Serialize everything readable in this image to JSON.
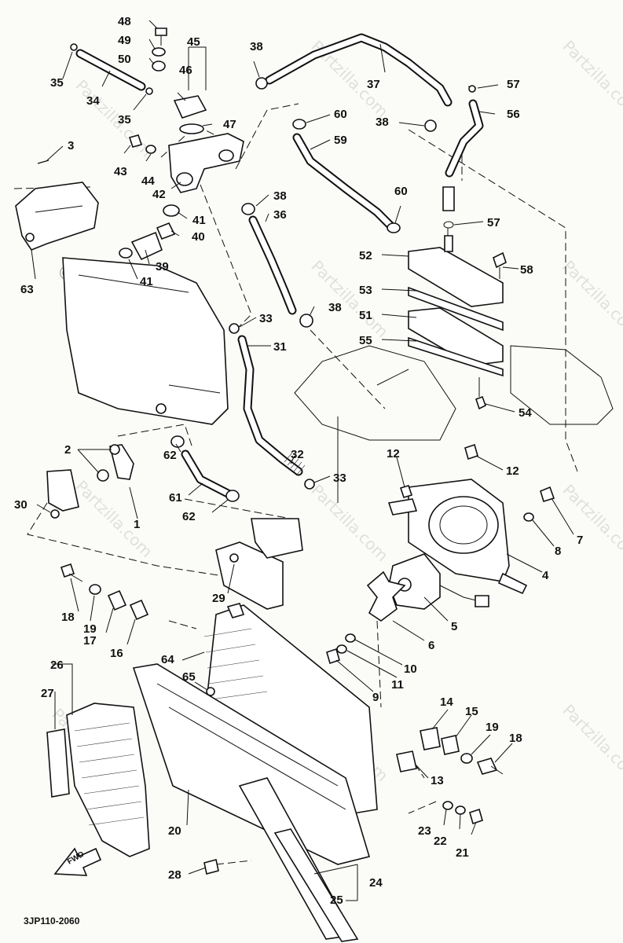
{
  "diagram": {
    "reference_code": "3JP110-2060",
    "watermark": "Partzilla.com",
    "watermark_main": "© Partzilla.com",
    "fwd_label": "FWD",
    "callouts": [
      {
        "id": "c48",
        "label": "48"
      },
      {
        "id": "c49",
        "label": "49"
      },
      {
        "id": "c50",
        "label": "50"
      },
      {
        "id": "c45",
        "label": "45"
      },
      {
        "id": "c46",
        "label": "46"
      },
      {
        "id": "c47",
        "label": "47"
      },
      {
        "id": "c35a",
        "label": "35"
      },
      {
        "id": "c34",
        "label": "34"
      },
      {
        "id": "c35b",
        "label": "35"
      },
      {
        "id": "c38a",
        "label": "38"
      },
      {
        "id": "c37",
        "label": "37"
      },
      {
        "id": "c57a",
        "label": "57"
      },
      {
        "id": "c56",
        "label": "56"
      },
      {
        "id": "c38b",
        "label": "38"
      },
      {
        "id": "c60a",
        "label": "60"
      },
      {
        "id": "c59",
        "label": "59"
      },
      {
        "id": "c3",
        "label": "3"
      },
      {
        "id": "c43",
        "label": "43"
      },
      {
        "id": "c44",
        "label": "44"
      },
      {
        "id": "c42",
        "label": "42"
      },
      {
        "id": "c41a",
        "label": "41"
      },
      {
        "id": "c40",
        "label": "40"
      },
      {
        "id": "c39",
        "label": "39"
      },
      {
        "id": "c41b",
        "label": "41"
      },
      {
        "id": "c63",
        "label": "63"
      },
      {
        "id": "c38c",
        "label": "38"
      },
      {
        "id": "c36",
        "label": "36"
      },
      {
        "id": "c60b",
        "label": "60"
      },
      {
        "id": "c57b",
        "label": "57"
      },
      {
        "id": "c52",
        "label": "52"
      },
      {
        "id": "c58",
        "label": "58"
      },
      {
        "id": "c53",
        "label": "53"
      },
      {
        "id": "c51",
        "label": "51"
      },
      {
        "id": "c55",
        "label": "55"
      },
      {
        "id": "c33a",
        "label": "33"
      },
      {
        "id": "c38d",
        "label": "38"
      },
      {
        "id": "c31",
        "label": "31"
      },
      {
        "id": "c54",
        "label": "54"
      },
      {
        "id": "c2",
        "label": "2"
      },
      {
        "id": "c62a",
        "label": "62"
      },
      {
        "id": "c32",
        "label": "32"
      },
      {
        "id": "c33b",
        "label": "33"
      },
      {
        "id": "c12a",
        "label": "12"
      },
      {
        "id": "c12b",
        "label": "12"
      },
      {
        "id": "c30",
        "label": "30"
      },
      {
        "id": "c1",
        "label": "1"
      },
      {
        "id": "c61",
        "label": "61"
      },
      {
        "id": "c62b",
        "label": "62"
      },
      {
        "id": "c7",
        "label": "7"
      },
      {
        "id": "c8",
        "label": "8"
      },
      {
        "id": "c4",
        "label": "4"
      },
      {
        "id": "c29",
        "label": "29"
      },
      {
        "id": "c5",
        "label": "5"
      },
      {
        "id": "c18a",
        "label": "18"
      },
      {
        "id": "c19a",
        "label": "19"
      },
      {
        "id": "c17",
        "label": "17"
      },
      {
        "id": "c16",
        "label": "16"
      },
      {
        "id": "c6",
        "label": "6"
      },
      {
        "id": "c10",
        "label": "10"
      },
      {
        "id": "c64",
        "label": "64"
      },
      {
        "id": "c11",
        "label": "11"
      },
      {
        "id": "c9",
        "label": "9"
      },
      {
        "id": "c26",
        "label": "26"
      },
      {
        "id": "c65",
        "label": "65"
      },
      {
        "id": "c27",
        "label": "27"
      },
      {
        "id": "c14",
        "label": "14"
      },
      {
        "id": "c15",
        "label": "15"
      },
      {
        "id": "c19b",
        "label": "19"
      },
      {
        "id": "c18b",
        "label": "18"
      },
      {
        "id": "c13",
        "label": "13"
      },
      {
        "id": "c20",
        "label": "20"
      },
      {
        "id": "c23",
        "label": "23"
      },
      {
        "id": "c22",
        "label": "22"
      },
      {
        "id": "c21",
        "label": "21"
      },
      {
        "id": "c28",
        "label": "28"
      },
      {
        "id": "c24",
        "label": "24"
      },
      {
        "id": "c25",
        "label": "25"
      }
    ]
  }
}
